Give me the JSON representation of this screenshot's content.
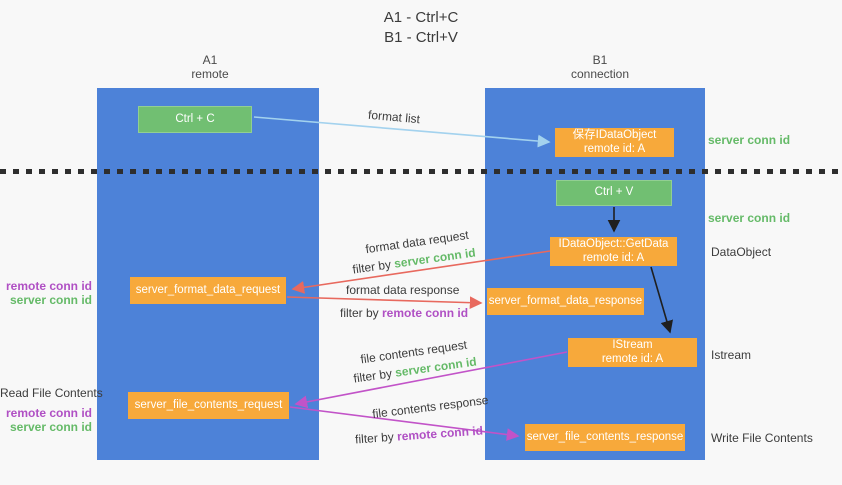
{
  "title": {
    "line1": "A1 - Ctrl+C",
    "line2": "B1 - Ctrl+V"
  },
  "columns": {
    "left": {
      "id": "A1",
      "name": "remote"
    },
    "right": {
      "id": "B1",
      "name": "connection"
    }
  },
  "nodes": {
    "ctrl_c": "Ctrl + C",
    "save_dataobject": {
      "line1": "保存IDataObject",
      "line2": "remote id: A"
    },
    "ctrl_v": "Ctrl + V",
    "getdata": {
      "line1": "IDataObject::GetData",
      "line2": "remote id: A"
    },
    "format_request": "server_format_data_request",
    "format_response": "server_format_data_response",
    "istream": {
      "line1": "IStream",
      "line2": "remote id: A"
    },
    "file_request": "server_file_contents_request",
    "file_response": "server_file_contents_response"
  },
  "side_labels": {
    "server_conn_id_top": "server conn id",
    "server_conn_id_mid": "server conn id",
    "dataobject": "DataObject",
    "istream": "Istream",
    "write_file_contents": "Write File Contents",
    "read_file_contents": "Read File Contents",
    "remote_conn_id_left1": "remote conn id",
    "server_conn_id_left1": "server conn id",
    "remote_conn_id_left2": "remote conn id",
    "server_conn_id_left2": "server conn id"
  },
  "arrow_labels": {
    "format_list": "format list",
    "format_data_request": "format data request",
    "filter_server_1": {
      "prefix": "filter by ",
      "colored": "server conn id"
    },
    "format_data_response": "format data response",
    "filter_remote_1": {
      "prefix": "filter by ",
      "colored": "remote conn id"
    },
    "file_contents_request": "file contents request",
    "filter_server_2": {
      "prefix": "filter by ",
      "colored": "server conn id"
    },
    "file_contents_response": "file contents response",
    "filter_remote_2": {
      "prefix": "filter by ",
      "colored": "remote conn id"
    }
  },
  "colors": {
    "lifeline_blue": "#4d82d8",
    "node_green": "#71bf72",
    "node_orange": "#f7a93b",
    "arrow_lightblue": "#a3d2ee",
    "arrow_red": "#e8695e",
    "arrow_magenta": "#c253c8",
    "arrow_black": "#1f1f1f",
    "text_green": "#65ba68",
    "text_purple": "#b050c4",
    "text_dark": "#3c3c3c"
  }
}
